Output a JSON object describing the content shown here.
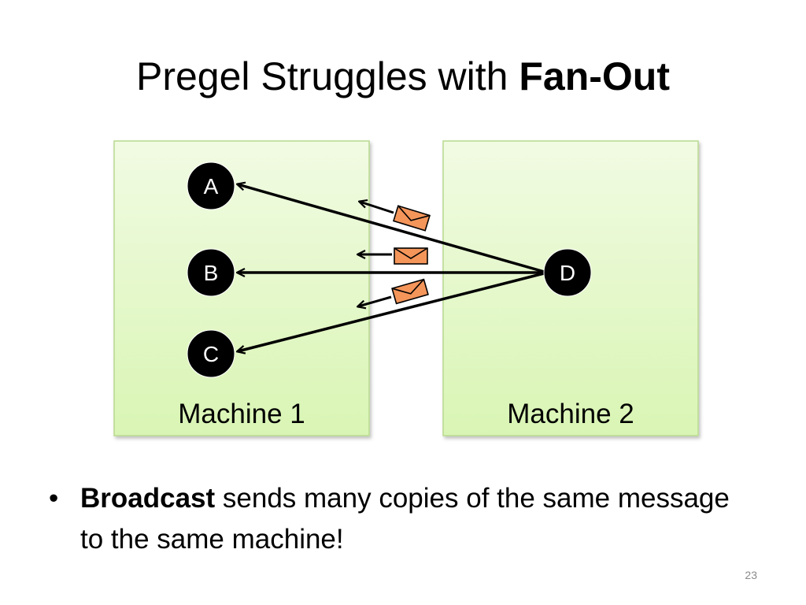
{
  "title": {
    "prefix": "Pregel Struggles with ",
    "emphasis": "Fan-Out"
  },
  "machines": [
    {
      "label": "Machine 1"
    },
    {
      "label": "Machine 2"
    }
  ],
  "nodes": [
    {
      "id": "A",
      "label": "A"
    },
    {
      "id": "B",
      "label": "B"
    },
    {
      "id": "C",
      "label": "C"
    },
    {
      "id": "D",
      "label": "D"
    }
  ],
  "edges": [
    {
      "from": "D",
      "to": "A"
    },
    {
      "from": "D",
      "to": "B"
    },
    {
      "from": "D",
      "to": "C"
    }
  ],
  "bullet": {
    "bold_lead": "Broadcast",
    "rest": " sends many copies of the same message to the same machine!"
  },
  "slide_number": "23",
  "colors": {
    "machine_fill_top": "#f1fbe3",
    "machine_fill_bottom": "#d9f5b4",
    "machine_border": "#b8d98f",
    "node_fill": "#000000",
    "envelope_fill": "#f4955a",
    "envelope_border": "#000000"
  }
}
